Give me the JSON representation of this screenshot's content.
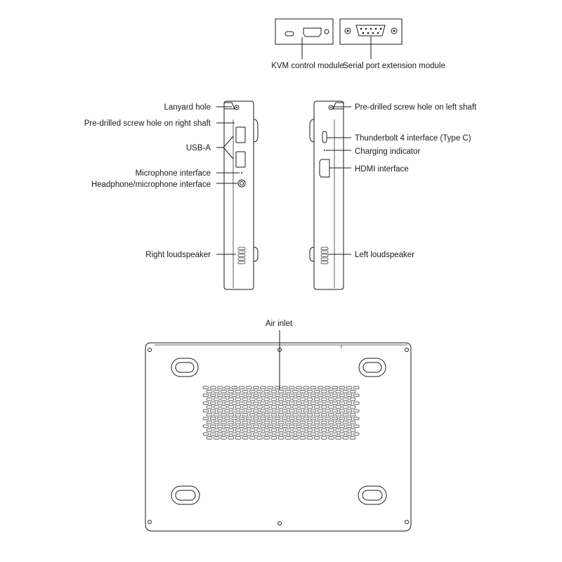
{
  "modules": {
    "kvm": "KVM control module",
    "serial": "Serial port extension module"
  },
  "right_side": {
    "lanyard_hole": "Lanyard hole",
    "screw_hole_right": "Pre-drilled screw hole on right shaft",
    "usb_a": "USB-A",
    "microphone": "Microphone interface",
    "headphone_mic": "Headphone/microphone interface",
    "right_speaker": "Right loudspeaker"
  },
  "left_side": {
    "screw_hole_left": "Pre-drilled screw hole on left shaft",
    "thunderbolt": "Thunderbolt 4 interface (Type C)",
    "charging": "Charging indicator",
    "hdmi": "HDMI interface",
    "left_speaker": "Left loudspeaker"
  },
  "bottom": {
    "air_inlet": "Air inlet"
  }
}
